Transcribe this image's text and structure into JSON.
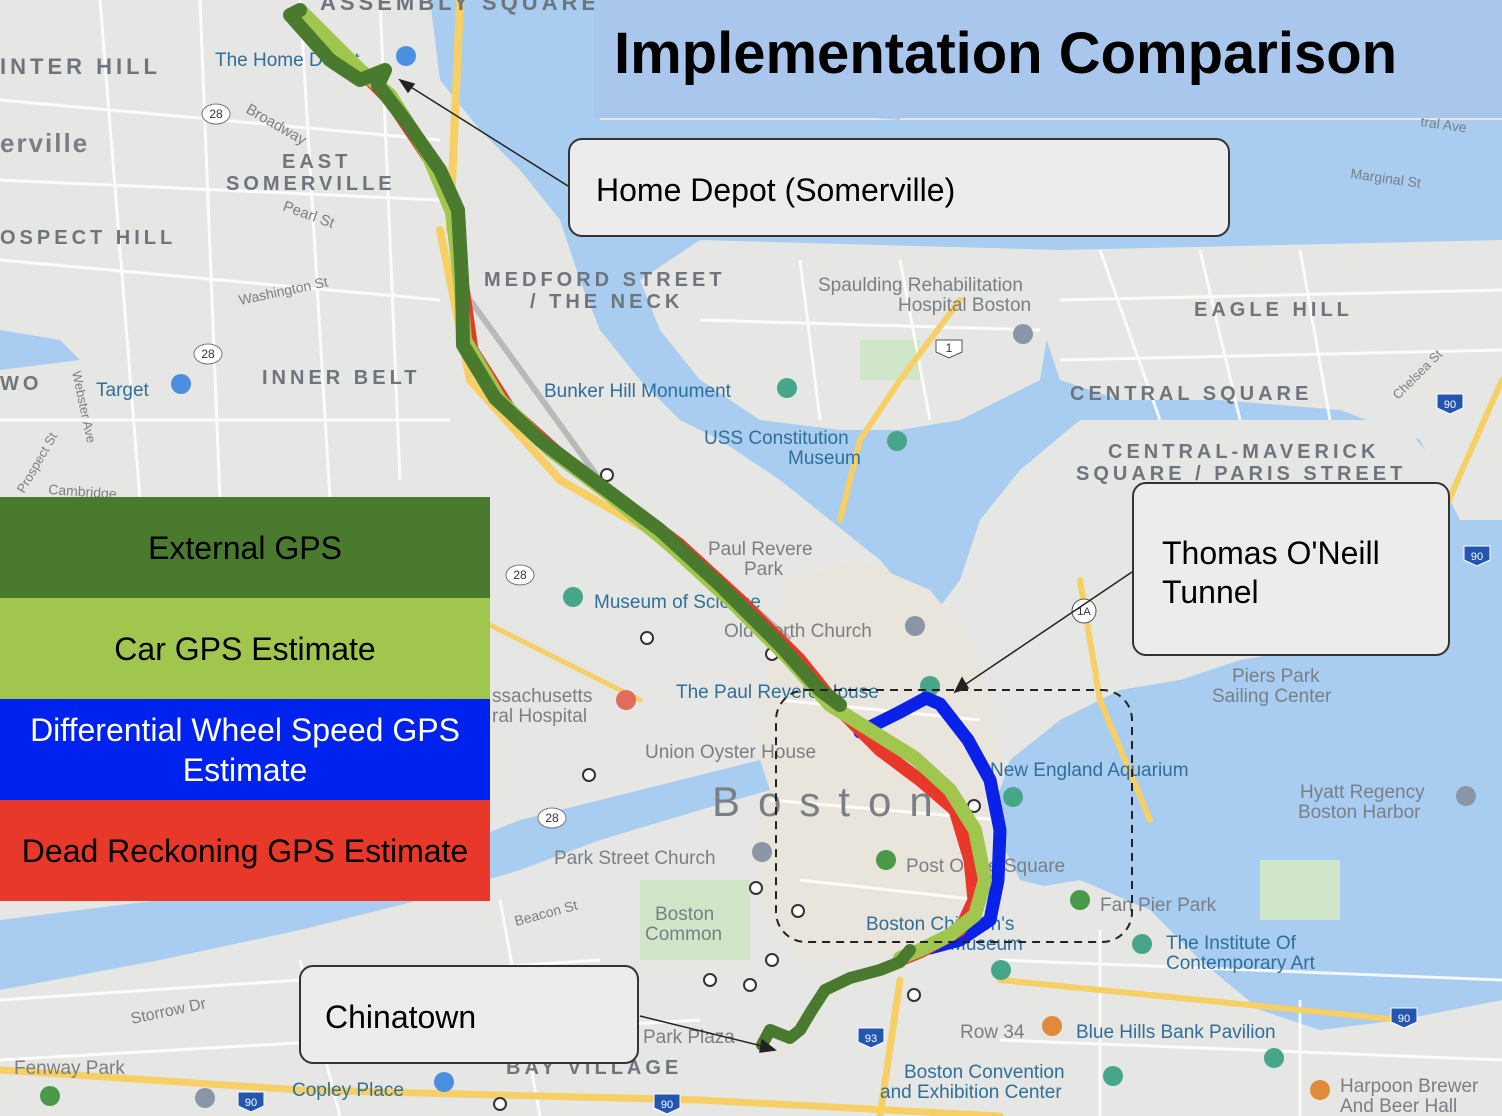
{
  "title": "Implementation Comparison",
  "callouts": {
    "home_depot": "Home Depot (Somerville)",
    "tunnel": "Thomas O'Neill Tunnel",
    "chinatown": "Chinatown"
  },
  "legend": [
    {
      "label": "External GPS",
      "color": "#4a7a2e",
      "text_color": "#000000"
    },
    {
      "label": "Car GPS Estimate",
      "color": "#a1c64e",
      "text_color": "#000000"
    },
    {
      "label": "Differential Wheel Speed GPS Estimate",
      "color": "#0022ee",
      "text_color": "#ffffff"
    },
    {
      "label": "Dead Reckoning GPS Estimate",
      "color": "#e8382a",
      "text_color": "#000000"
    }
  ],
  "map_labels": {
    "assembly_square": "ASSEMBLY SQUARE",
    "winter_hill": "INTER HILL",
    "home_depot_poi": "The Home Depot",
    "somerville": "erville",
    "east_somerville": "EAST SOMERVILLE",
    "broadway": "Broadway",
    "pearl_st": "Pearl St",
    "prospect_hill": "OSPECT HILL",
    "medford_street": "MEDFORD STREET / THE NECK",
    "washington_st": "Washington St",
    "spaulding": "Spaulding Rehabilitation Hospital Boston",
    "eagle_hill": "EAGLE HILL",
    "inner_belt": "INNER BELT",
    "target": "Target",
    "wo": "WO",
    "bunker_hill": "Bunker Hill Monument",
    "central_square": "CENTRAL SQUARE",
    "uss_constitution": "USS Constitution Museum",
    "central_maverick": "CENTRAL-MAVERICK SQUARE / PARIS STREET",
    "cambridge": "Cambridge",
    "paul_revere_park": "Paul Revere Park",
    "museum_of_science": "Museum of Science",
    "old_north_church": "Old North Church",
    "mass_general": "ssachusetts General Hospital",
    "paul_revere_house": "The Paul Revere House",
    "piers_park": "Piers Park Sailing Center",
    "union_oyster": "Union Oyster House",
    "boston": "Boston",
    "aquarium": "New England Aquarium",
    "hyatt": "Hyatt Regency Boston Harbor",
    "park_street": "Park Street Church",
    "post_office_square": "Post Office Square",
    "fan_pier": "Fan Pier Park",
    "beacon_st": "Beacon St",
    "boston_common": "Boston Common",
    "childrens_museum": "Boston Children's Museum",
    "ica": "The Institute Of Contemporary Art",
    "storrow_dr": "Storrow Dr",
    "park_plaza": "Park Plaza",
    "row34": "Row 34",
    "blue_hills": "Blue Hills Bank Pavilion",
    "bay_village": "BAY VILLAGE",
    "fenway_park": "Fenway Park",
    "copley_place": "Copley Place",
    "convention_center": "Boston Convention and Exhibition Center",
    "harpoon": "Harpoon Brewery And Beer Hall",
    "marginal_st": "Marginal St",
    "chelsea_st": "Chelsea St",
    "webster_ave": "Webster Ave",
    "prospect_st": "Prospect St",
    "central_ave": "Central Ave"
  },
  "route_shields": [
    "28",
    "28",
    "28",
    "28",
    "1",
    "1A",
    "90",
    "90",
    "90",
    "93",
    "90",
    "90"
  ]
}
